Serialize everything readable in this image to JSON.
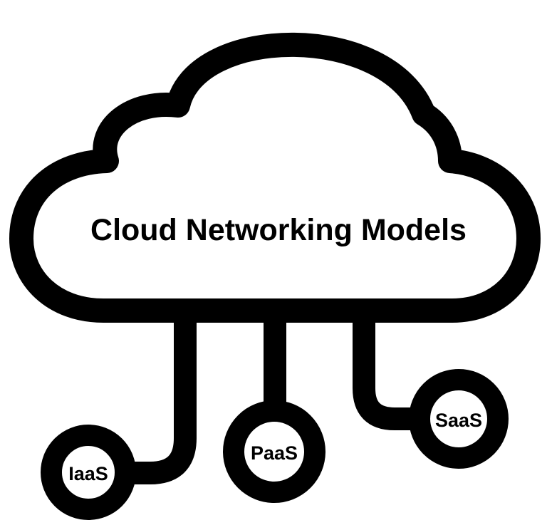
{
  "title": "Cloud Networking Models",
  "nodes": [
    {
      "id": "iaas",
      "label": "IaaS"
    },
    {
      "id": "paas",
      "label": "PaaS"
    },
    {
      "id": "saas",
      "label": "SaaS"
    }
  ],
  "colors": {
    "stroke": "#000000",
    "fill": "#ffffff"
  }
}
